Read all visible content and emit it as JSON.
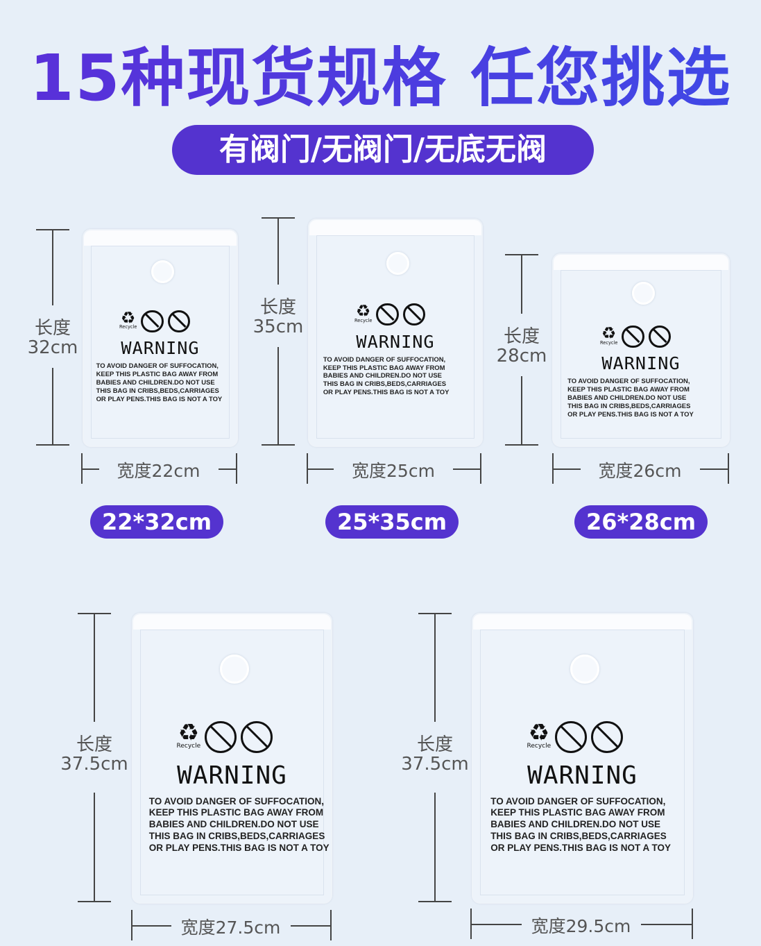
{
  "headline": "15种现货规格 任您挑选",
  "subtitle": "有阀门/无阀门/无底无阀",
  "bag_text": {
    "recycle": "Recycle",
    "warning": "WARNING",
    "message_lines": [
      "TO AVOID DANGER OF SUFFOCATION,",
      "KEEP THIS PLASTIC BAG AWAY FROM",
      "BABIES AND CHILDREN.DO NOT USE",
      "THIS BAG IN CRIBS,BEDS,CARRIAGES",
      "OR PLAY PENS.THIS BAG IS NOT A TOY"
    ],
    "recycle_icon": "recycle-icon",
    "no_kids_icon": "no-children-icon",
    "no_suffocation_icon": "no-suffocation-icon"
  },
  "sizes": [
    {
      "length_label": "长度",
      "length_value": "32cm",
      "width_label": "宽度22cm",
      "badge": "22*32cm"
    },
    {
      "length_label": "长度",
      "length_value": "35cm",
      "width_label": "宽度25cm",
      "badge": "25*35cm"
    },
    {
      "length_label": "长度",
      "length_value": "28cm",
      "width_label": "宽度26cm",
      "badge": "26*28cm"
    },
    {
      "length_label": "长度",
      "length_value": "37.5cm",
      "width_label": "宽度27.5cm"
    },
    {
      "length_label": "长度",
      "length_value": "37.5cm",
      "width_label": "宽度29.5cm"
    }
  ]
}
